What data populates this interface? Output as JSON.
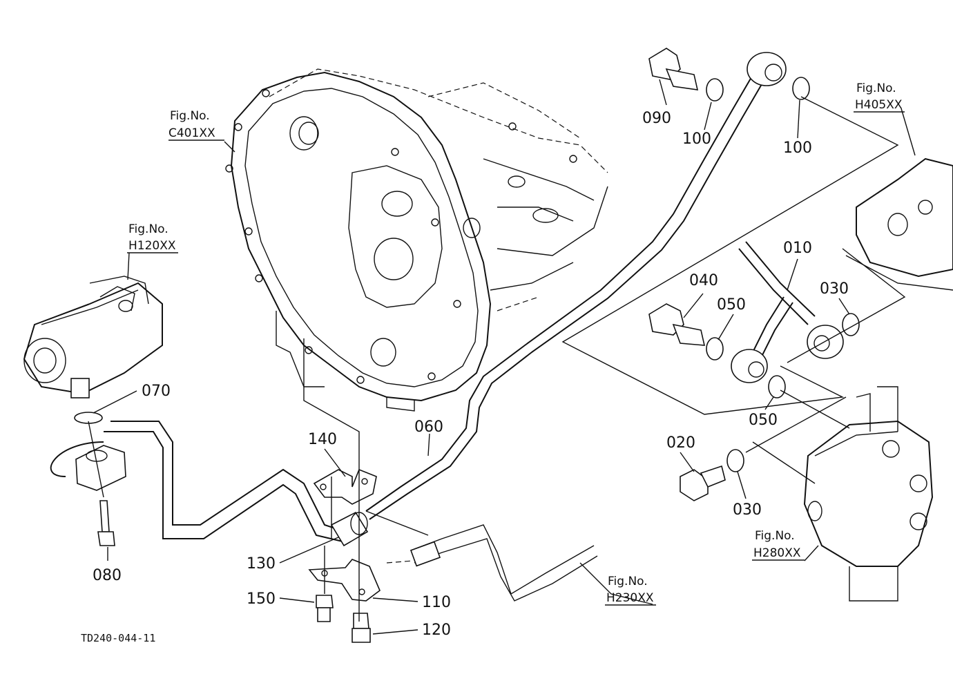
{
  "diagram_code": "TD240-044-11",
  "references": [
    {
      "id": "ref-c401",
      "line1": "Fig.No.",
      "line2": "C401XX"
    },
    {
      "id": "ref-h120",
      "line1": "Fig.No.",
      "line2": "H120XX"
    },
    {
      "id": "ref-h405",
      "line1": "Fig.No.",
      "line2": "H405XX"
    },
    {
      "id": "ref-h280",
      "line1": "Fig.No.",
      "line2": "H280XX"
    },
    {
      "id": "ref-h230",
      "line1": "Fig.No.",
      "line2": "H230XX"
    }
  ],
  "parts": {
    "p090": "090",
    "p100a": "100",
    "p100b": "100",
    "p010": "010",
    "p040": "040",
    "p050a": "050",
    "p050b": "050",
    "p030a": "030",
    "p030b": "030",
    "p020": "020",
    "p070": "070",
    "p080": "080",
    "p060": "060",
    "p140": "140",
    "p130": "130",
    "p150": "150",
    "p110": "110",
    "p120": "120"
  }
}
